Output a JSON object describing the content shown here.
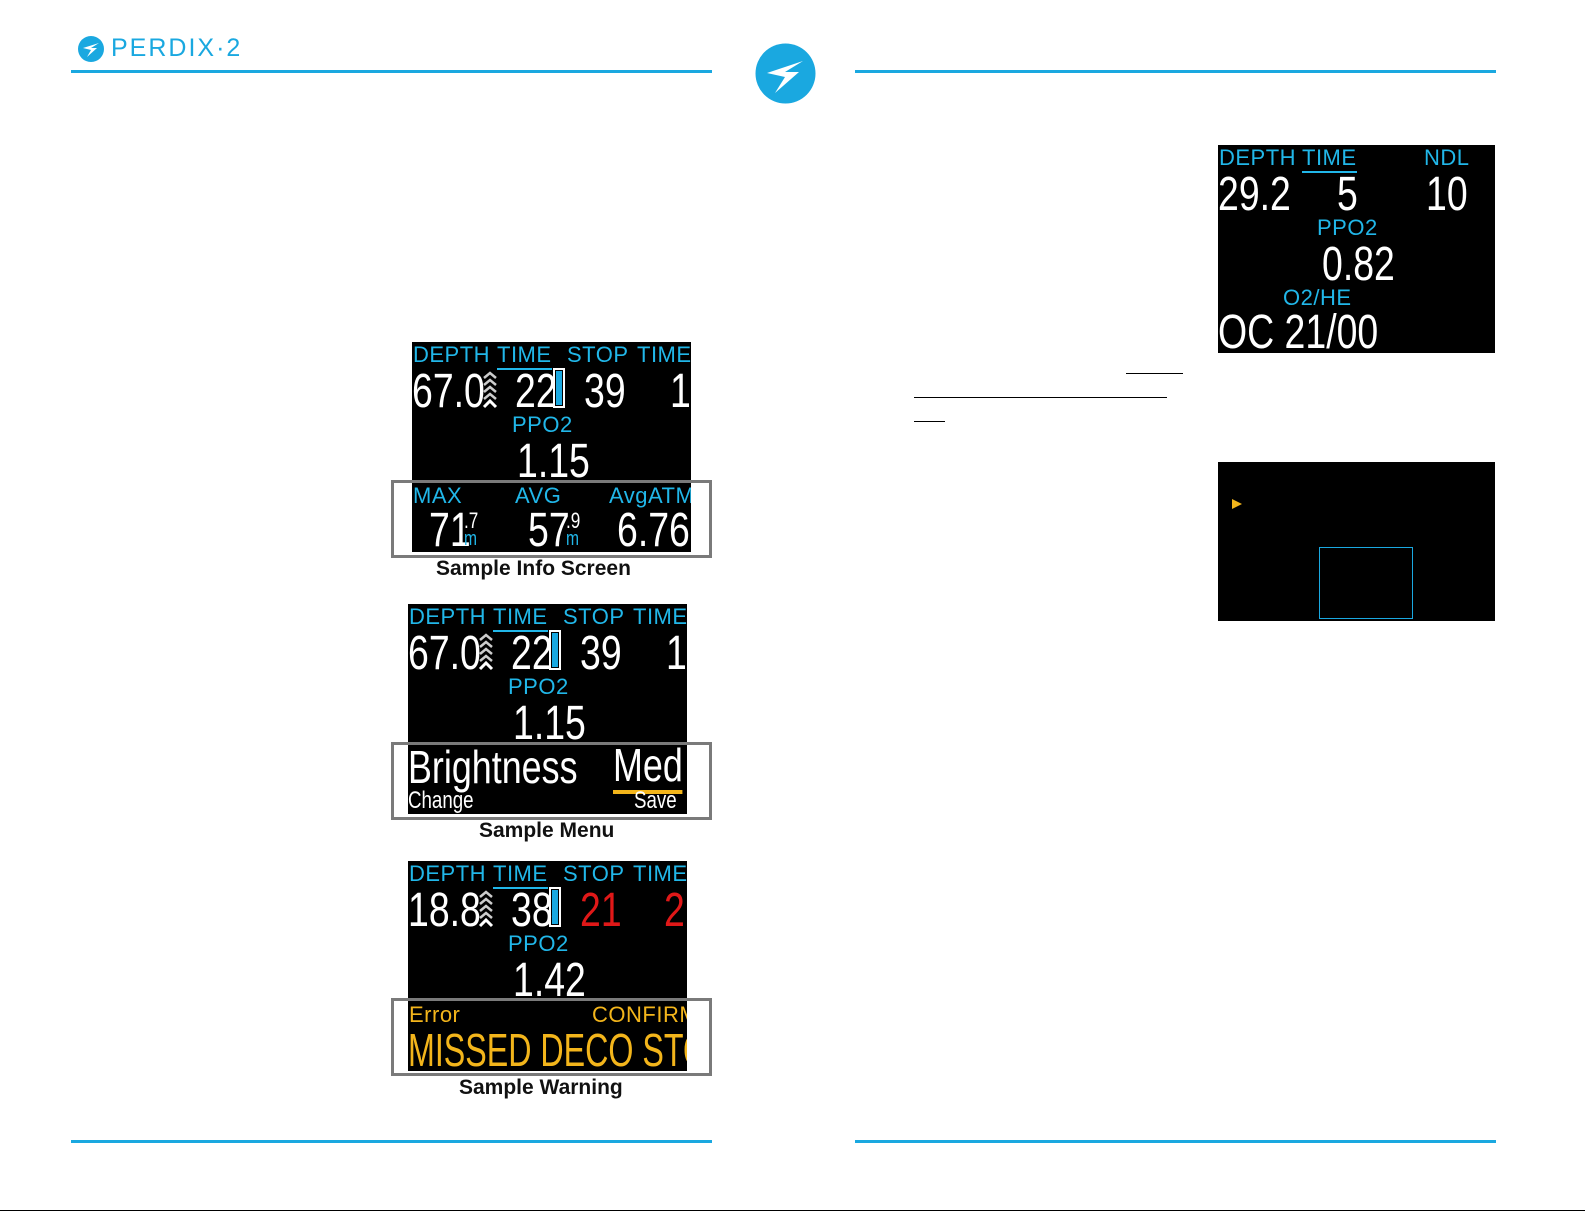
{
  "header": {
    "brand": "PERDIX·2"
  },
  "screens": {
    "info": {
      "labels": [
        "DEPTH",
        "TIME",
        "STOP",
        "TIME"
      ],
      "depth": "67.0",
      "time": "22",
      "stop": "39",
      "stop_time": "1",
      "ppo2_label": "PPO2",
      "ppo2": "1.15",
      "bottom": {
        "max_label": "MAX",
        "avg_label": "AVG",
        "avgatm_label": "AvgATM",
        "max_val": "71",
        "max_dec": ".7",
        "max_unit": "m",
        "avg_val": "57",
        "avg_dec": ".9",
        "avg_unit": "m",
        "avgatm_val": "6.76"
      },
      "caption": "Sample Info Screen"
    },
    "menu": {
      "labels": [
        "DEPTH",
        "TIME",
        "STOP",
        "TIME"
      ],
      "depth": "67.0",
      "time": "22",
      "stop": "39",
      "stop_time": "1",
      "ppo2_label": "PPO2",
      "ppo2": "1.15",
      "item": "Brightness",
      "value": "Med",
      "left_btn": "Change",
      "right_btn": "Save",
      "caption": "Sample Menu"
    },
    "warning": {
      "labels": [
        "DEPTH",
        "TIME",
        "STOP",
        "TIME"
      ],
      "depth": "18.8",
      "time": "38",
      "stop": "21",
      "stop_time": "2",
      "ppo2_label": "PPO2",
      "ppo2": "1.42",
      "left": "Error",
      "right": "CONFIRM",
      "message": "MISSED DECO STOP",
      "caption": "Sample Warning"
    },
    "ndl": {
      "labels": [
        "DEPTH",
        "TIME",
        "NDL"
      ],
      "depth": "29.2",
      "time": "5",
      "ndl": "10",
      "ppo2_label": "PPO2",
      "ppo2": "0.82",
      "gas_label": "O2/HE",
      "gas": "OC 21/00"
    }
  },
  "colors": {
    "accent": "#1aa8e0",
    "label_cyan": "#21b7e9",
    "warning_amber": "#f3b51b",
    "stop_red": "#e01818"
  }
}
